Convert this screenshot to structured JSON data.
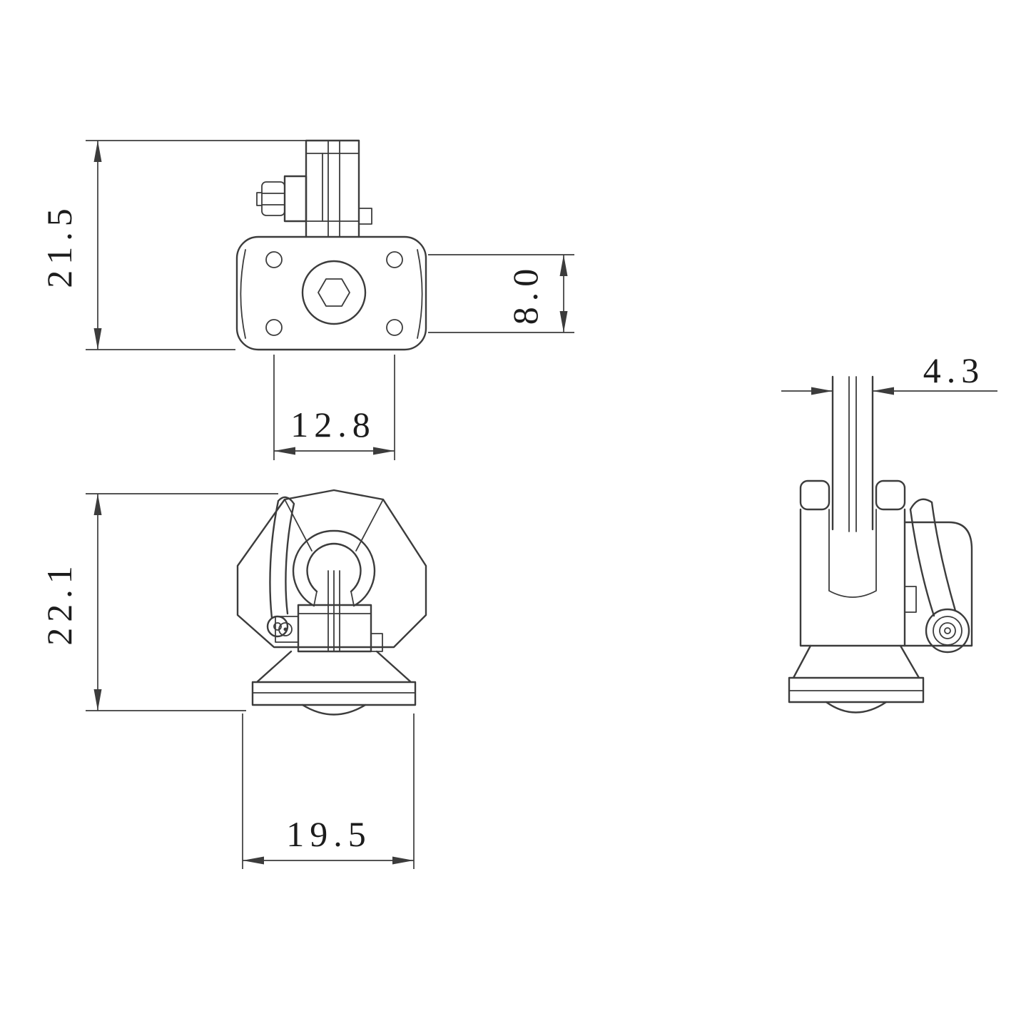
{
  "drawing": {
    "background_color": "#ffffff",
    "line_color": "#3c3c3c",
    "text_color": "#1c1c1c",
    "dimensions": {
      "upper_view_height": "21.5",
      "upper_view_side_height": "8.0",
      "upper_view_width": "12.8",
      "front_view_height": "22.1",
      "front_view_width": "19.5",
      "side_view_post_width": "4.3"
    }
  }
}
